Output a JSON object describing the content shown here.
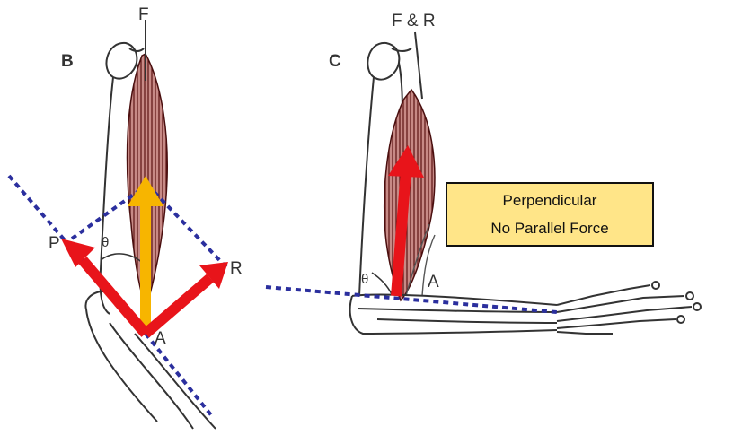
{
  "panels": {
    "b": {
      "panel_label": "B",
      "force_label": "F",
      "angle_label": "θ",
      "insertion_label": "A",
      "perpendicular_label": "P",
      "rotary_label": "R"
    },
    "c": {
      "panel_label": "C",
      "force_label": "F & R",
      "angle_label": "θ",
      "insertion_label": "A"
    }
  },
  "callout": {
    "line1": "Perpendicular",
    "line2": "No Parallel Force"
  },
  "colors": {
    "force_arrow": "#e8141a",
    "resultant_arrow": "#f7b500",
    "dashed_line": "#2b2f9e",
    "muscle": "#7a1e1e",
    "callout_fill": "#ffe588"
  }
}
